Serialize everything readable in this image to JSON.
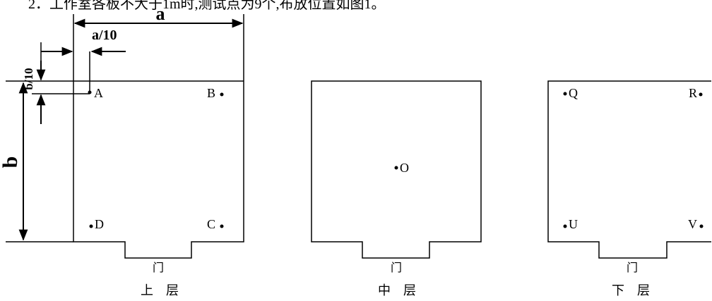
{
  "caption_top": "2．工作室各板不大于1m时,测试点为9个,布放位置如图1。",
  "dimensions": {
    "a": "a",
    "a10": "a/10",
    "b": "b",
    "b10": "b/10"
  },
  "door_label": "门",
  "panels": [
    {
      "id": "upper",
      "caption": "上　层",
      "points": [
        "A",
        "B",
        "C",
        "D"
      ]
    },
    {
      "id": "middle",
      "caption": "中　层",
      "points": [
        "O"
      ]
    },
    {
      "id": "lower",
      "caption": "下　层",
      "points": [
        "Q",
        "R",
        "U",
        "V"
      ]
    }
  ],
  "colors": {
    "line": "#000000",
    "background": "#ffffff"
  }
}
